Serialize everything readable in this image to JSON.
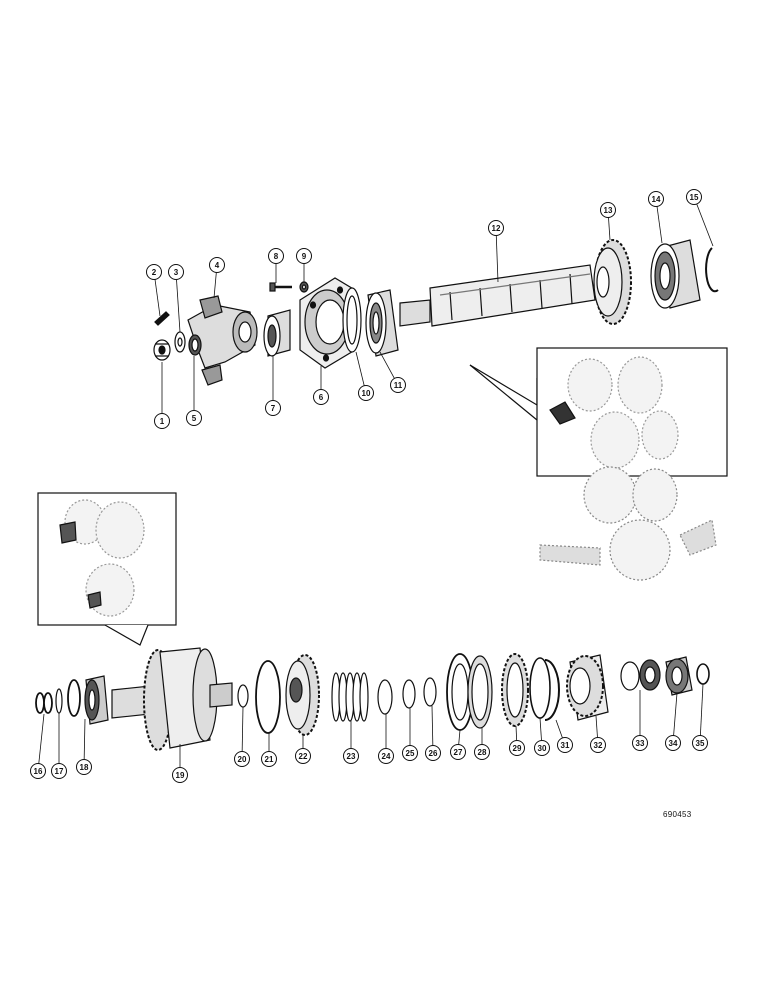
{
  "drawing_number": "690453",
  "callouts": [
    "1",
    "2",
    "3",
    "4",
    "5",
    "6",
    "7",
    "8",
    "9",
    "10",
    "11",
    "12",
    "13",
    "14",
    "15",
    "16",
    "17",
    "18",
    "19",
    "20",
    "21",
    "22",
    "23",
    "24",
    "25",
    "26",
    "27",
    "28",
    "29",
    "30",
    "31",
    "32",
    "33",
    "34",
    "35"
  ],
  "colors": {
    "ink": "#111111",
    "shade": "#555555",
    "background": "#ffffff"
  }
}
